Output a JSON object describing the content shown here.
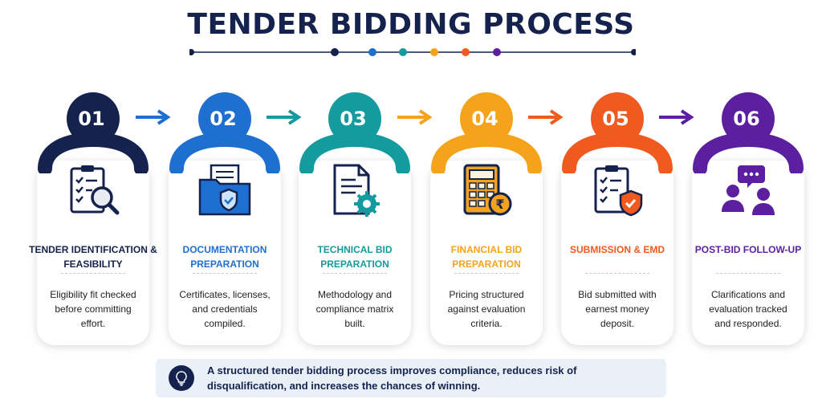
{
  "title": "TENDER BIDDING PROCESS",
  "steps": [
    {
      "number": "01",
      "label": "TENDER IDENTIFICATION & FEASIBILITY",
      "description": "Eligibility fit checked before committing effort.",
      "color": "#14224d",
      "icon": "clipboard-magnifier-icon"
    },
    {
      "number": "02",
      "label": "DOCUMENTATION PREPARATION",
      "description": "Certificates, licenses, and credentials compiled.",
      "color": "#1f6fd1",
      "icon": "folder-shield-icon"
    },
    {
      "number": "03",
      "label": "TECHNICAL BID PREPARATION",
      "description": "Methodology and compliance matrix built.",
      "color": "#149ba0",
      "icon": "document-gear-icon"
    },
    {
      "number": "04",
      "label": "FINANCIAL BID PREPARATION",
      "description": "Pricing structured against evaluation criteria.",
      "color": "#f5a31a",
      "icon": "calculator-rupee-icon"
    },
    {
      "number": "05",
      "label": "SUBMISSION & EMD",
      "description": "Bid submitted with earnest money deposit.",
      "color": "#f05a1e",
      "icon": "clipboard-check-shield-icon"
    },
    {
      "number": "06",
      "label": "POST-BID FOLLOW-UP",
      "description": "Clarifications and evaluation tracked and responded.",
      "color": "#5b1fa0",
      "icon": "people-chat-icon"
    }
  ],
  "note": {
    "text": "A structured tender bidding process improves compliance, reduces risk of disqualification, and increases the chances of winning.",
    "icon": "lightbulb-icon"
  }
}
